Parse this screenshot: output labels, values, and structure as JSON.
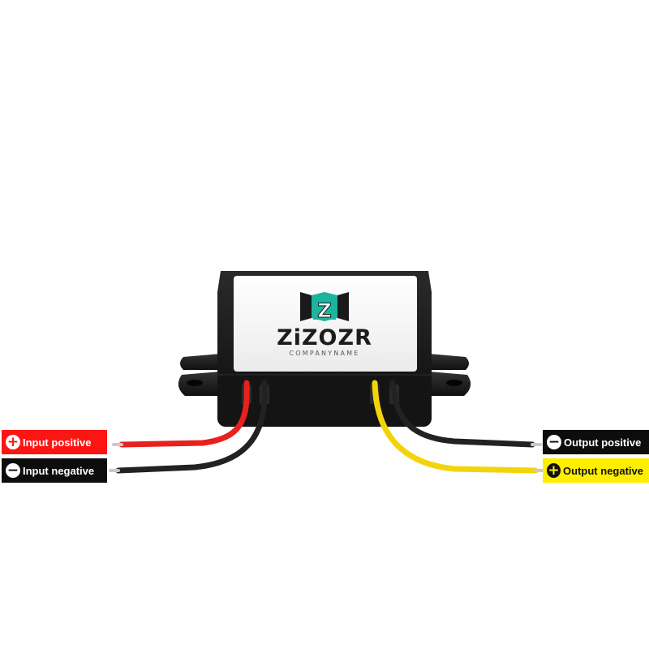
{
  "brand": {
    "logo_letter": "Z",
    "name": "ZiZOZR",
    "tagline": "COMPANYNAME"
  },
  "labels": {
    "input_positive": {
      "sign": "+",
      "text": "Input positive"
    },
    "input_negative": {
      "sign": "−",
      "text": "Input negative"
    },
    "output_positive": {
      "sign": "−",
      "text": "Output positive"
    },
    "output_negative": {
      "sign": "+",
      "text": "Output negative"
    }
  },
  "colors": {
    "logo_teal": "#1cb3a0",
    "wire_red": "#e8201e",
    "wire_black": "#222222",
    "wire_yellow": "#f2d40a",
    "housing": "#161616"
  }
}
